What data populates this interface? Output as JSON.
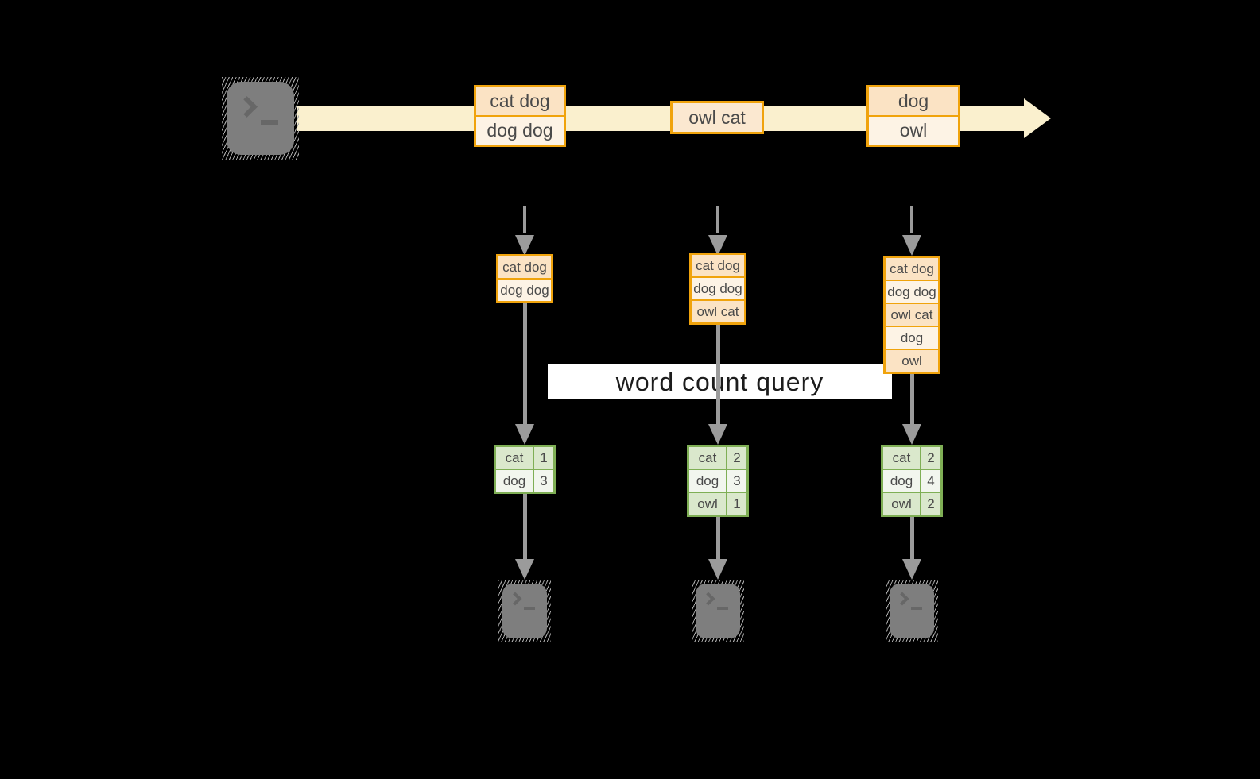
{
  "diagram": {
    "query_label": "word count query",
    "stream": {
      "messages": [
        {
          "cells": [
            "cat dog",
            "dog dog"
          ]
        },
        {
          "cells": [
            "owl cat"
          ]
        },
        {
          "cells": [
            "dog",
            "owl"
          ]
        }
      ]
    },
    "pipelines": [
      {
        "buffer": [
          "cat dog",
          "dog dog"
        ],
        "counts": [
          {
            "word": "cat",
            "count": 1
          },
          {
            "word": "dog",
            "count": 3
          }
        ]
      },
      {
        "buffer": [
          "cat dog",
          "dog dog",
          "owl cat"
        ],
        "counts": [
          {
            "word": "cat",
            "count": 2
          },
          {
            "word": "dog",
            "count": 3
          },
          {
            "word": "owl",
            "count": 1
          }
        ]
      },
      {
        "buffer": [
          "cat dog",
          "dog dog",
          "owl cat",
          "dog",
          "owl"
        ],
        "counts": [
          {
            "word": "cat",
            "count": 2
          },
          {
            "word": "dog",
            "count": 4
          },
          {
            "word": "owl",
            "count": 2
          }
        ]
      }
    ],
    "icons": {
      "source": "terminal-icon",
      "sinks": [
        "terminal-icon",
        "terminal-icon",
        "terminal-icon"
      ]
    },
    "colors": {
      "background": "#000000",
      "stream_band": "#FAF0CE",
      "box_border": "#F0A30C",
      "box_fill_dark": "#FBE3C4",
      "box_fill_light": "#FDF3E5",
      "box_fill_mid": "#FBE8D0",
      "table_border": "#7FAF55",
      "table_fill_dark": "#DAE8CC",
      "table_fill_light": "#F2F6EE",
      "arrow_gray": "#9B9B9B",
      "terminal_fill": "#7E7E7E",
      "label_bg": "#FFFFFF",
      "text": "#4A4A4A"
    }
  }
}
